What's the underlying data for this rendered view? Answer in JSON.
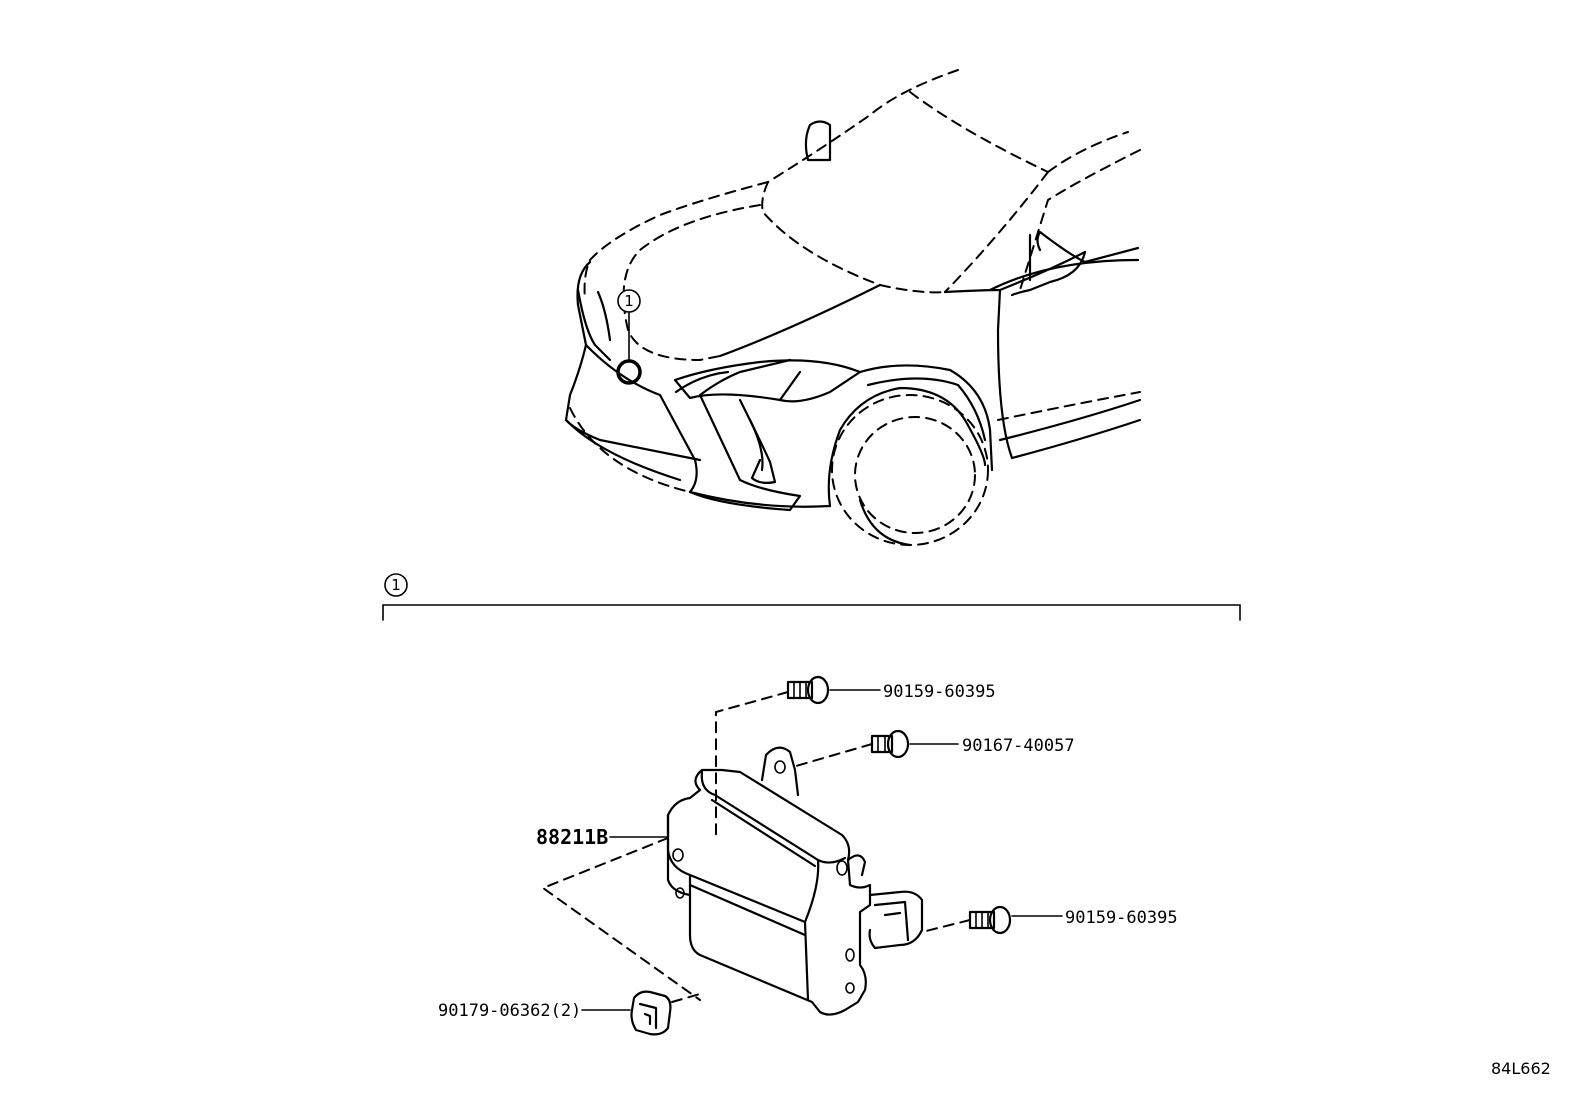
{
  "callout": {
    "number": "1"
  },
  "parts": {
    "main_unit": {
      "part_no": "88211B"
    },
    "bolt_top": {
      "part_no": "90159-60395"
    },
    "bolt_mid": {
      "part_no": "90167-40057"
    },
    "bolt_right": {
      "part_no": "90159-60395"
    },
    "clip": {
      "part_no": "90179-06362(2)"
    }
  },
  "diagram_code": "84L662"
}
